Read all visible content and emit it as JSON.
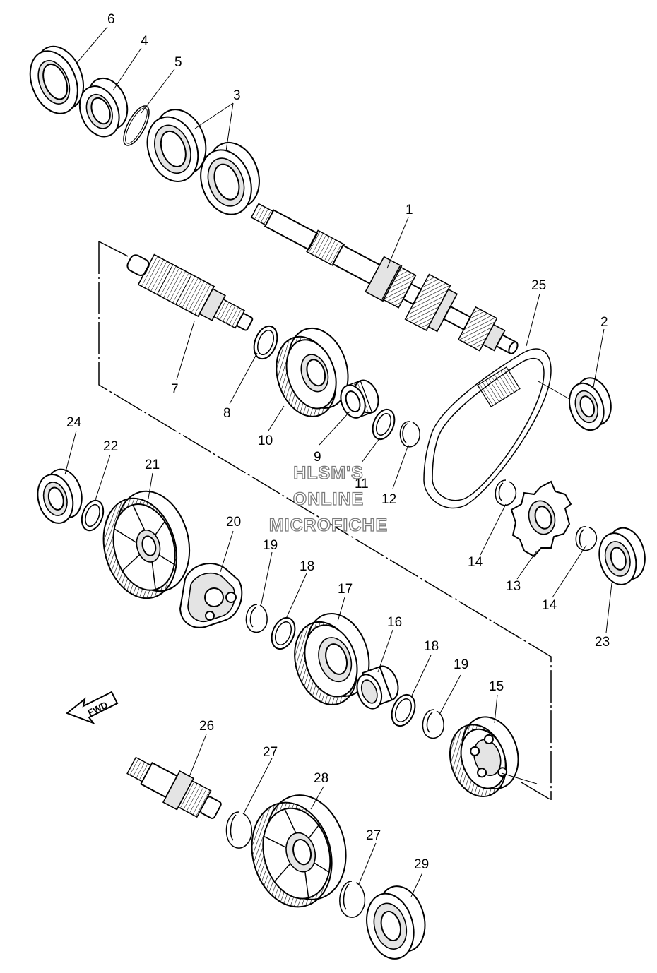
{
  "diagram": {
    "callouts": [
      "1",
      "2",
      "3",
      "4",
      "5",
      "6",
      "7",
      "8",
      "9",
      "10",
      "11",
      "12",
      "13",
      "14",
      "14",
      "15",
      "16",
      "17",
      "18",
      "18",
      "19",
      "19",
      "20",
      "21",
      "22",
      "23",
      "24",
      "25",
      "26",
      "27",
      "27",
      "28",
      "29"
    ],
    "watermark": [
      "HLSM'S",
      "ONLINE",
      "MICROFICHE"
    ],
    "fwd_label": "FWD"
  }
}
